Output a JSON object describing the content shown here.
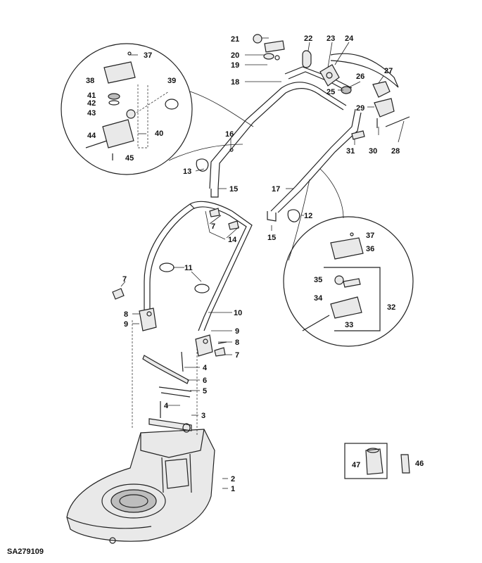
{
  "reference_code": "SA279109",
  "labels": {
    "l1": "1",
    "l2": "2",
    "l3": "3",
    "l4a": "4",
    "l4b": "4",
    "l5": "5",
    "l6": "6",
    "l7a": "7",
    "l7b": "7",
    "l7c": "7",
    "l8a": "8",
    "l8b": "8",
    "l9a": "9",
    "l9b": "9",
    "l10": "10",
    "l11": "11",
    "l12": "12",
    "l13": "13",
    "l14": "14",
    "l15a": "15",
    "l15b": "15",
    "l16": "16",
    "l17": "17",
    "l18": "18",
    "l19": "19",
    "l20": "20",
    "l21": "21",
    "l22": "22",
    "l23": "23",
    "l24": "24",
    "l25": "25",
    "l26": "26",
    "l27": "27",
    "l28": "28",
    "l29": "29",
    "l30": "30",
    "l31": "31",
    "l32": "32",
    "l33": "33",
    "l34": "34",
    "l35": "35",
    "l36": "36",
    "l37a": "37",
    "l37b": "37",
    "l38": "38",
    "l39": "39",
    "l40": "40",
    "l41": "41",
    "l42": "42",
    "l43": "43",
    "l44": "44",
    "l45": "45",
    "l46": "46",
    "l47": "47"
  }
}
